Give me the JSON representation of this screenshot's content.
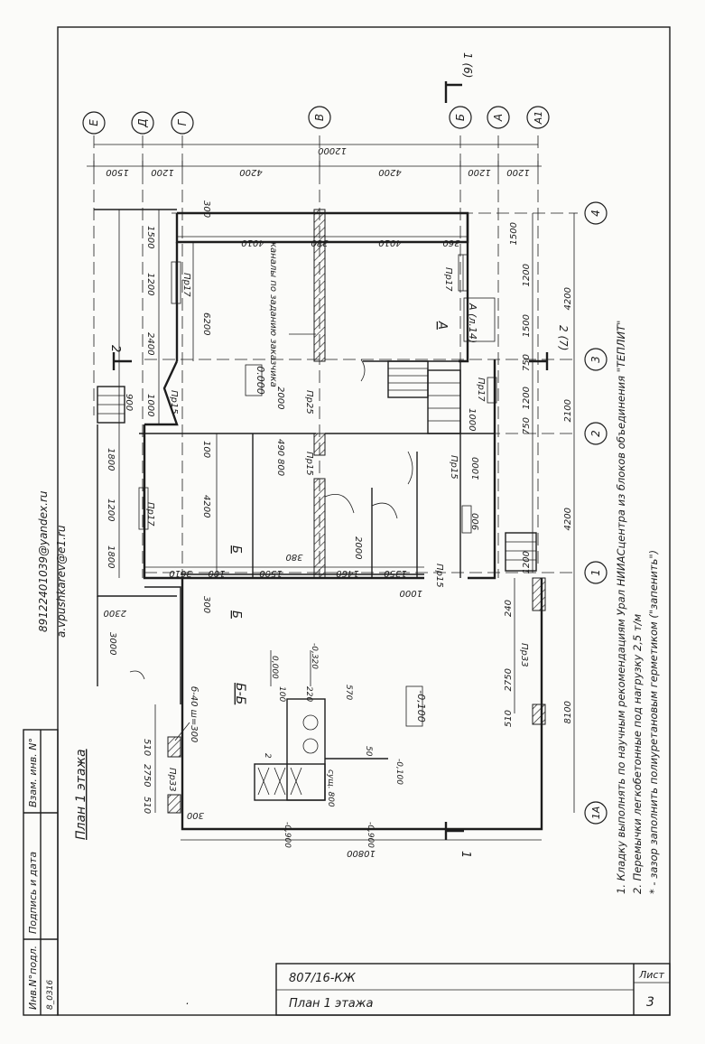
{
  "stamp": {
    "inv_podl": "Инв.N°подл.",
    "podpis_data": "Подпись и дата",
    "vzam_inv": "Взам. инв. N°",
    "inv_value": "8_0316"
  },
  "contacts": {
    "phone_email": "89122401039@yandex.ru",
    "email2": "a.vpushkarev@e1.ru"
  },
  "title_block": {
    "code": "807/16-КЖ",
    "name": "План 1 этажа",
    "sheet_label": "Лист",
    "sheet_number": "3"
  },
  "drawing_title": "План 1 этажа",
  "notes": {
    "n1": "1. Кладку выполнять по научным рекомендациям Урал НИИАСцентра из блоков объединения \"ТЕПЛИТ\"",
    "n2": "2. Перемычки легкобетонные под нагрузку 2,5 т/м",
    "n3": "* - зазор заполнить полиуретановым герметиком (\"запенить\")"
  },
  "axes": {
    "letters": [
      "Е",
      "Д",
      "Г",
      "В",
      "Б",
      "А",
      "А1"
    ],
    "numbers": [
      "1А",
      "1",
      "2",
      "3",
      "4"
    ]
  },
  "dims_top": {
    "total": "12000",
    "segments": [
      "1500",
      "1200",
      "4200",
      "4200",
      "1200",
      "1200"
    ]
  },
  "dims_bottom": {
    "total": "10800",
    "segments": [
      "510",
      "2750",
      "510",
      "300",
      "3000",
      "2300",
      "300"
    ]
  },
  "dims_left": [
    "300",
    "1500",
    "1200",
    "2400",
    "900",
    "1800",
    "1200",
    "1800",
    "1000",
    "6200",
    "4200",
    "100"
  ],
  "dims_right": {
    "chain1": [
      "1500",
      "1200",
      "1500",
      "750",
      "1200",
      "750",
      "1000",
      "900",
      "1200"
    ],
    "chain2": [
      "4200",
      "2100",
      "4200"
    ],
    "chain3": [
      "8100",
      "2750",
      "510",
      "240"
    ]
  },
  "interior_dims": [
    "4010",
    "380",
    "4010",
    "360",
    "3610",
    "100",
    "1500",
    "380",
    "1460",
    "1350",
    "2000",
    "800",
    "490",
    "2000",
    "1000",
    "1000"
  ],
  "lintels": [
    "Пр17",
    "Пр17",
    "Пр15",
    "Пр17",
    "Пр25",
    "Пр15",
    "Пр15",
    "Пр17",
    "Пр15",
    "Пр33",
    "Пр33"
  ],
  "level_mark": "0.000",
  "level_minus": "-0,100",
  "section_labels": {
    "s1": "1",
    "s2": "2",
    "s2_sheet": "2 (7)",
    "s1_sheet": "1 (6)",
    "bb": "Б",
    "aa": "А",
    "a_ref": "А (л.14)"
  },
  "channel_note": "каналы по заданию заказчика",
  "wall_note": "б-40 ш=300",
  "section_bb": {
    "title": "Б-Б",
    "labels": [
      "0,000",
      "-0,320",
      "100",
      "220",
      "570",
      "-0,100",
      "-0,900",
      "-0,900",
      "50",
      "сущ. 800",
      "2"
    ]
  },
  "footer_mark": "."
}
